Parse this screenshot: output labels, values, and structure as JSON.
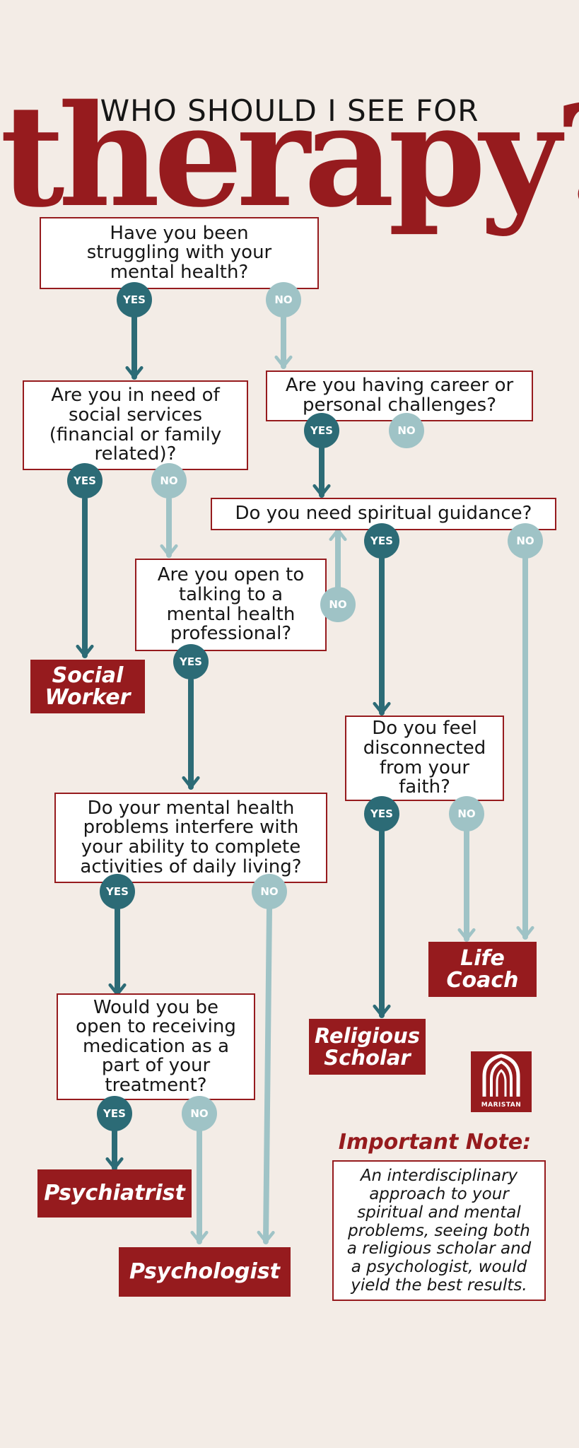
{
  "title": {
    "top": "WHO SHOULD I SEE FOR",
    "main": "therapy?"
  },
  "labels": {
    "yes": "YES",
    "no": "NO"
  },
  "questions": {
    "q1": "Have you been struggling with your mental health?",
    "q2": "Are you in need of social services (financial or family related)?",
    "q3": "Are you having career or personal challenges?",
    "q4": "Do you need spiritual guidance?",
    "q5": "Are you open to talking to a mental health professional?",
    "q6": "Do you feel disconnected from your faith?",
    "q7": "Do your mental health problems interfere with your ability to complete activities of daily living?",
    "q8": "Would you be open to receiving medication as a part of your treatment?"
  },
  "results": {
    "social_worker": "Social Worker",
    "life_coach": "Life Coach",
    "religious_scholar": "Religious Scholar",
    "psychiatrist": "Psychiatrist",
    "psychologist": "Psychologist"
  },
  "logo": {
    "text": "MARISTAN"
  },
  "note": {
    "title": "Important Note:",
    "body": "An interdisciplinary approach to your spiritual and mental problems, seeing both a religious scholar and a psychologist, would yield the best results."
  },
  "colors": {
    "background": "#f3ece6",
    "brand_red": "#961b1e",
    "yes_teal": "#2c6b76",
    "no_teal": "#9fc3c6",
    "text": "#161616"
  }
}
